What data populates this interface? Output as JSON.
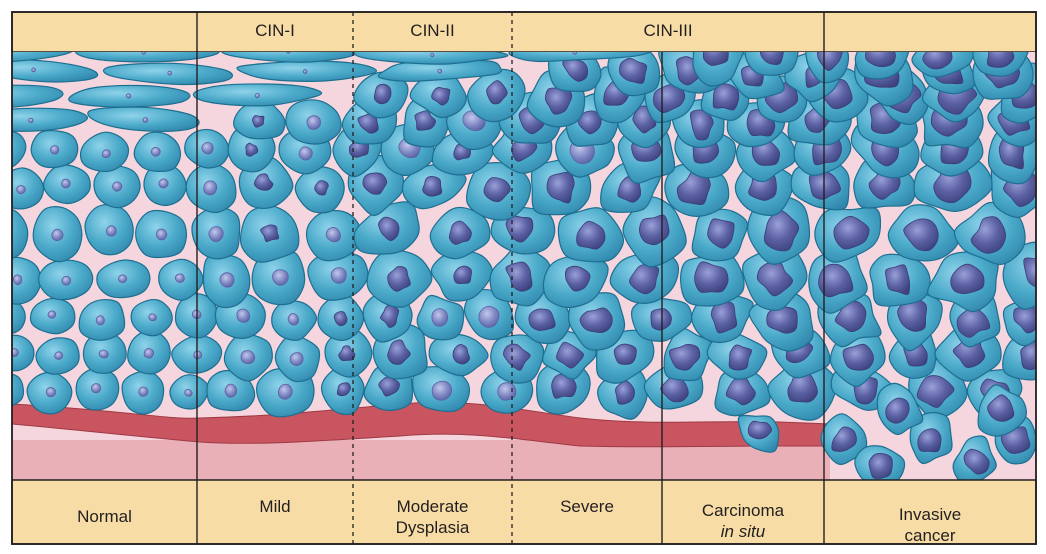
{
  "grades": {
    "cin1": "CIN-I",
    "cin2": "CIN-II",
    "cin3": "CIN-III"
  },
  "stages": {
    "normal": "Normal",
    "mild": "Mild",
    "moderate_line1": "Moderate",
    "moderate_line2": "Dysplasia",
    "severe": "Severe",
    "cis_line1": "Carcinoma",
    "cis_line2": "in situ",
    "invasive_line1": "Invasive",
    "invasive_line2": "cancer"
  },
  "colors": {
    "header_fill": "#f7dca6",
    "background_pink": "#f6d6de",
    "cell_fill": "#4aa9c9",
    "cell_edge": "#1d6f90",
    "nucleus_normal": "#7d86c2",
    "nucleus_atypical": "#545a9c",
    "basement_membrane": "#c8555f",
    "stroma": "#e9a6ae"
  }
}
